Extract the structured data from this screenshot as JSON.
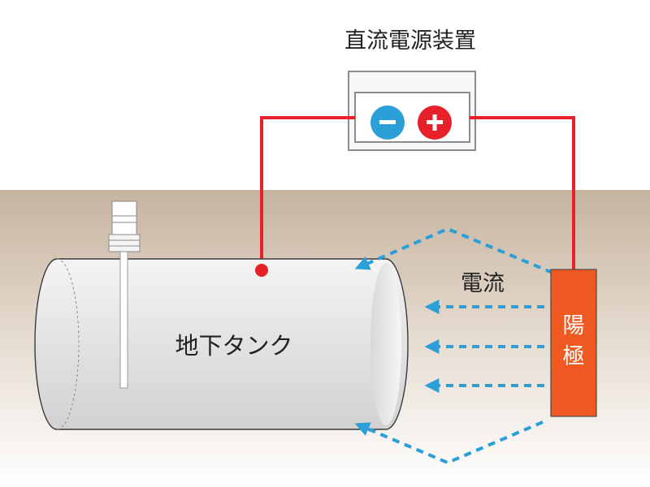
{
  "title": "直流電源装置",
  "tank_label": "地下タンク",
  "current_label": "電流",
  "anode_label": "陽極",
  "minus_symbol": "−",
  "plus_symbol": "+",
  "colors": {
    "wire": "#e8202a",
    "minus_terminal": "#2a9fd8",
    "plus_terminal": "#e8202a",
    "current_arrow": "#2a9fd8",
    "anode": "#f05a22",
    "ground_top": "#c6b39e",
    "ground_bottom": "#ffffff",
    "tank_body": "#e4e4e4"
  }
}
